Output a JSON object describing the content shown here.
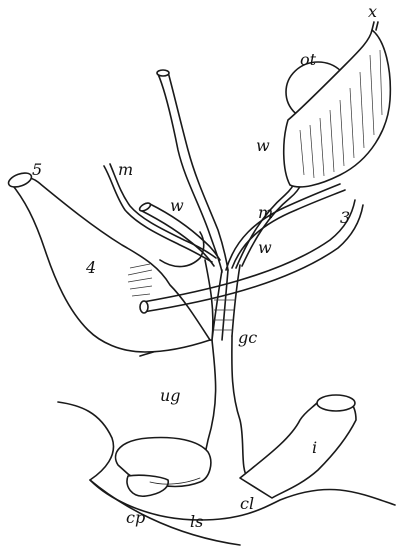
{
  "labels": {
    "x": "x",
    "ot": "ot",
    "w_top": "w",
    "five": "5",
    "m_left": "m",
    "w_left": "w",
    "m_center": "m",
    "three": "3",
    "four": "4",
    "w_center": "w",
    "gc": "gc",
    "ug": "ug",
    "i": "i",
    "cl": "cl",
    "cp": "cp",
    "ls": "ls"
  }
}
